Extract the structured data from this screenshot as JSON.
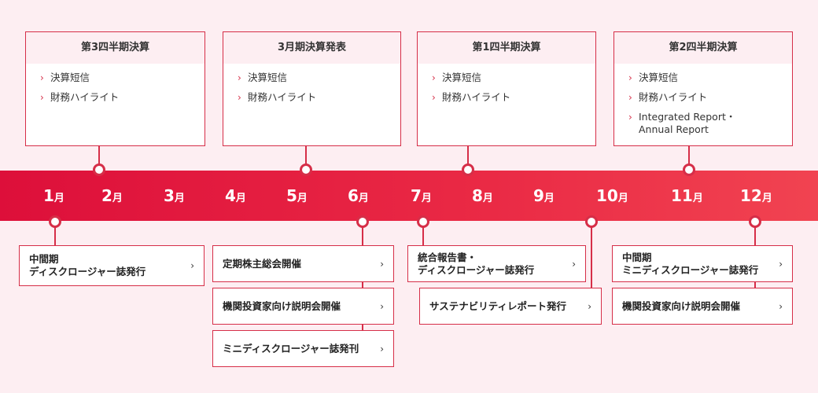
{
  "months": [
    {
      "num": "1",
      "unit": "月"
    },
    {
      "num": "2",
      "unit": "月"
    },
    {
      "num": "3",
      "unit": "月"
    },
    {
      "num": "4",
      "unit": "月"
    },
    {
      "num": "5",
      "unit": "月"
    },
    {
      "num": "6",
      "unit": "月"
    },
    {
      "num": "7",
      "unit": "月"
    },
    {
      "num": "8",
      "unit": "月"
    },
    {
      "num": "9",
      "unit": "月"
    },
    {
      "num": "10",
      "unit": "月"
    },
    {
      "num": "11",
      "unit": "月"
    },
    {
      "num": "12",
      "unit": "月"
    }
  ],
  "top_cards": [
    {
      "title": "第3四半期決算",
      "items": [
        "決算短信",
        "財務ハイライト"
      ]
    },
    {
      "title": "3月期決算発表",
      "items": [
        "決算短信",
        "財務ハイライト"
      ]
    },
    {
      "title": "第1四半期決算",
      "items": [
        "決算短信",
        "財務ハイライト"
      ]
    },
    {
      "title": "第2四半期決算",
      "items": [
        "決算短信",
        "財務ハイライト",
        "Integrated Report・",
        "Annual Report"
      ]
    }
  ],
  "bottom_cards": [
    {
      "line1": "中間期",
      "line2": "ディスクロージャー誌発行"
    },
    {
      "line1": "定期株主総会開催"
    },
    {
      "line1": "機関投資家向け説明会開催"
    },
    {
      "line1": "ミニディスクロージャー誌発刊"
    },
    {
      "line1": "統合報告書・",
      "line2": "ディスクロージャー誌発行"
    },
    {
      "line1": "サステナビリティレポート発行"
    },
    {
      "line1": "中間期",
      "line2": "ミニディスクロージャー誌発行"
    },
    {
      "line1": "機関投資家向け説明会開催"
    }
  ],
  "chevron": "›",
  "colors": {
    "accent": "#d62e48",
    "band_start": "#dd0f3a",
    "band_end": "#f14351",
    "background": "#fdeef2"
  }
}
